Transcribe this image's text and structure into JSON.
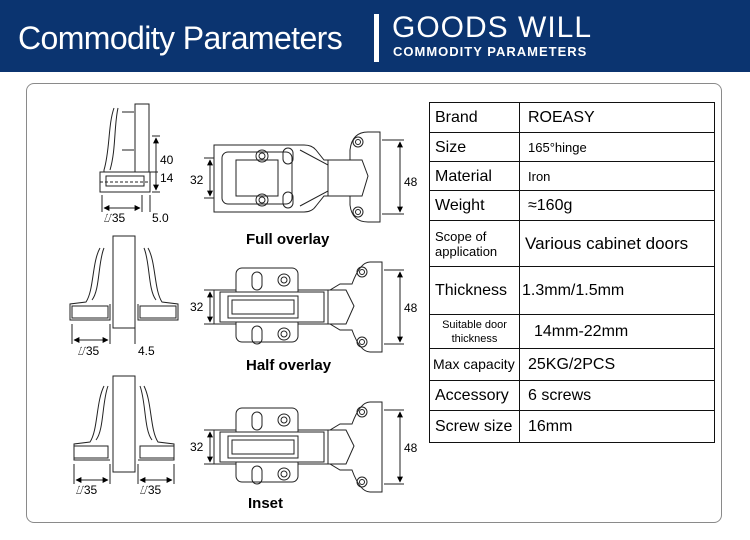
{
  "header": {
    "title": "Commodity Parameters",
    "brand": "GOODS WILL",
    "subtitle": "COMMODITY PARAMETERS"
  },
  "drawings": {
    "full_overlay": {
      "caption": "Full overlay",
      "dim_height": "40",
      "dim_depth": "14",
      "dim_cup": "⌰35",
      "dim_offset": "5.0",
      "dim_plate_width": "32",
      "dim_arm_length": "48"
    },
    "half_overlay": {
      "caption": "Half overlay",
      "dim_cup": "⌰35",
      "dim_offset": "4.5",
      "dim_plate_width": "32",
      "dim_arm_length": "48"
    },
    "inset": {
      "caption": "Inset",
      "dim_cup_left": "⌰35",
      "dim_cup_right": "⌰35",
      "dim_plate_width": "32",
      "dim_arm_length": "48"
    }
  },
  "params": [
    {
      "key": "Brand",
      "value": "ROEASY"
    },
    {
      "key": "Size",
      "value": "165°hinge"
    },
    {
      "key": "Material",
      "value": "Iron"
    },
    {
      "key": "Weight",
      "value": "≈160g"
    },
    {
      "key": "Scope of application",
      "value": "Various cabinet doors"
    },
    {
      "key": "Thickness",
      "value": "1.3mm/1.5mm"
    },
    {
      "key": "Suitable door thickness",
      "value": "14mm-22mm"
    },
    {
      "key": "Max capacity",
      "value": "25KG/2PCS"
    },
    {
      "key": "Accessory",
      "value": "6 screws"
    },
    {
      "key": "Screw size",
      "value": "16mm"
    }
  ]
}
